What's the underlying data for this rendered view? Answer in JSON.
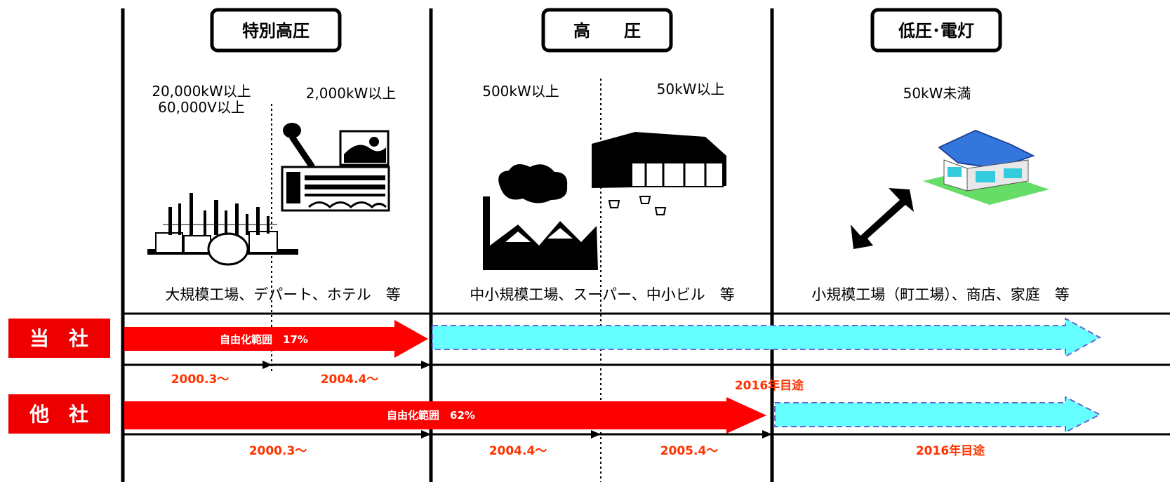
{
  "columns": [
    {
      "header": "特別高圧",
      "sub_left": [
        "20,000kW以上",
        "60,000V以上"
      ],
      "sub_right": "2,000kW以上",
      "caption": "大規模工場、デパート、ホテル　等"
    },
    {
      "header": "高　　圧",
      "sub_left": "500kW以上",
      "sub_right": "50kW以上",
      "caption": "中小規模工場、スーパー、中小ビル　等"
    },
    {
      "header": "低圧･電灯",
      "sub_center": "50kW未満",
      "caption": "小規模工場（町工場）、商店、家庭　等"
    }
  ],
  "rows": {
    "own": {
      "label": "当　社",
      "arrow_label": "自由化範囲　17%",
      "dates": [
        "2000.3～",
        "2004.4～"
      ],
      "future": "2016年目途"
    },
    "other": {
      "label": "他　社",
      "arrow_label": "自由化範囲　62%",
      "dates": [
        "2000.3～",
        "2004.4～",
        "2005.4～"
      ],
      "future": "2016年目途"
    }
  },
  "colors": {
    "label_bg": "#ee0000",
    "arrow_red": "#ff0000",
    "arrow_cyan": "#66ffff",
    "date_text": "#ff3300",
    "dash_border": "#6666cc"
  },
  "icons": [
    "refinery-icon",
    "department-store-icon",
    "factory-icon",
    "supermarket-icon",
    "wrench-icon",
    "house-icon"
  ]
}
